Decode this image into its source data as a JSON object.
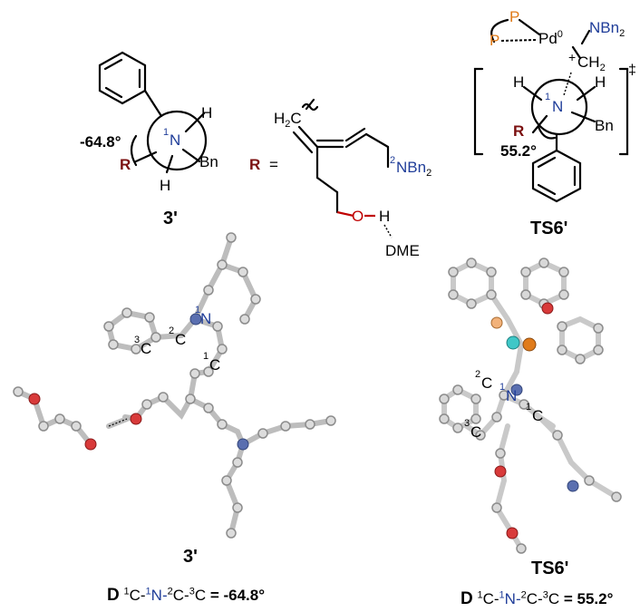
{
  "left_struct": {
    "dihedral": "-64.8°",
    "h_top": "H",
    "h_bottom": "H",
    "n_sup": "1",
    "n": "N",
    "r": "R",
    "bn": "Bn",
    "label": "3'"
  },
  "r_def": {
    "r": "R",
    "eq": "=",
    "h2c": "H",
    "h2c_sub": "2",
    "h2c_c": "C",
    "n_sup": "2",
    "nbn": "NBn",
    "nbn_sub": "2",
    "o": "O",
    "h": "H",
    "dme": "DME"
  },
  "ts_struct": {
    "p1": "P",
    "p2": "P",
    "pd": "Pd",
    "pd_sup": "0",
    "nbn": "NBn",
    "nbn_sub": "2",
    "plus": "+",
    "ch2": "CH",
    "ch2_sub": "2",
    "dagger": "‡",
    "h_left": "H",
    "h_right": "H",
    "n_sup": "1",
    "n": "N",
    "r": "R",
    "bn": "Bn",
    "angle": "55.2°",
    "label": "TS6'"
  },
  "model_left": {
    "n_sup": "1",
    "n": "N",
    "c2_sup": "2",
    "c2": "C",
    "c3_sup": "3",
    "c3": "C",
    "c1_sup": "1",
    "c1": "C",
    "label": "3'"
  },
  "model_right": {
    "c2_sup": "2",
    "c2": "C",
    "n_sup": "1",
    "n": "N",
    "c1_sup": "1",
    "c1": "C",
    "c3_sup": "3",
    "c3": "C",
    "label": "TS6'"
  },
  "captions": {
    "left": {
      "d": "D",
      "s1": "1",
      "a1": "C-",
      "s2": "1",
      "a2": "N-",
      "s3": "2",
      "a3": "C-",
      "s4": "3",
      "a4": "C",
      "value": " = -64.8°"
    },
    "right": {
      "d": "D",
      "s1": "1",
      "a1": "C-",
      "s2": "1",
      "a2": "N-",
      "s3": "2",
      "a3": "C-",
      "s4": "3",
      "a4": "C",
      "value": " = 55.2°"
    }
  }
}
